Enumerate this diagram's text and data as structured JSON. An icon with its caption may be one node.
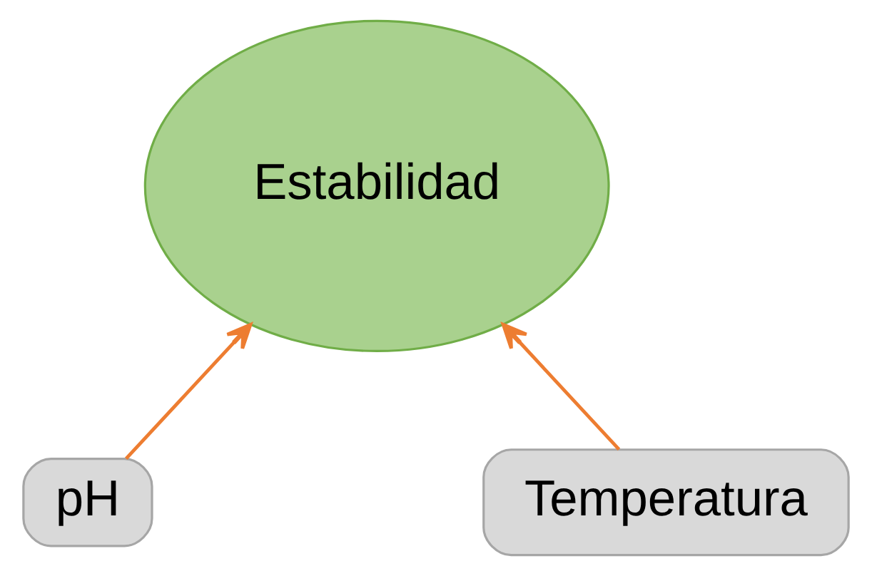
{
  "diagram": {
    "nodes": [
      {
        "text": [
          "Estabilidad"
        ]
      },
      {
        "text": [
          "pH"
        ]
      },
      {
        "text": [
          "Temperatura"
        ]
      }
    ],
    "edges": [
      {
        "from": 1,
        "to": 0,
        "arrow": "to",
        "color": "#ed7d31"
      },
      {
        "from": 2,
        "to": 0,
        "arrow": "to",
        "color": "#ed7d31"
      }
    ]
  }
}
